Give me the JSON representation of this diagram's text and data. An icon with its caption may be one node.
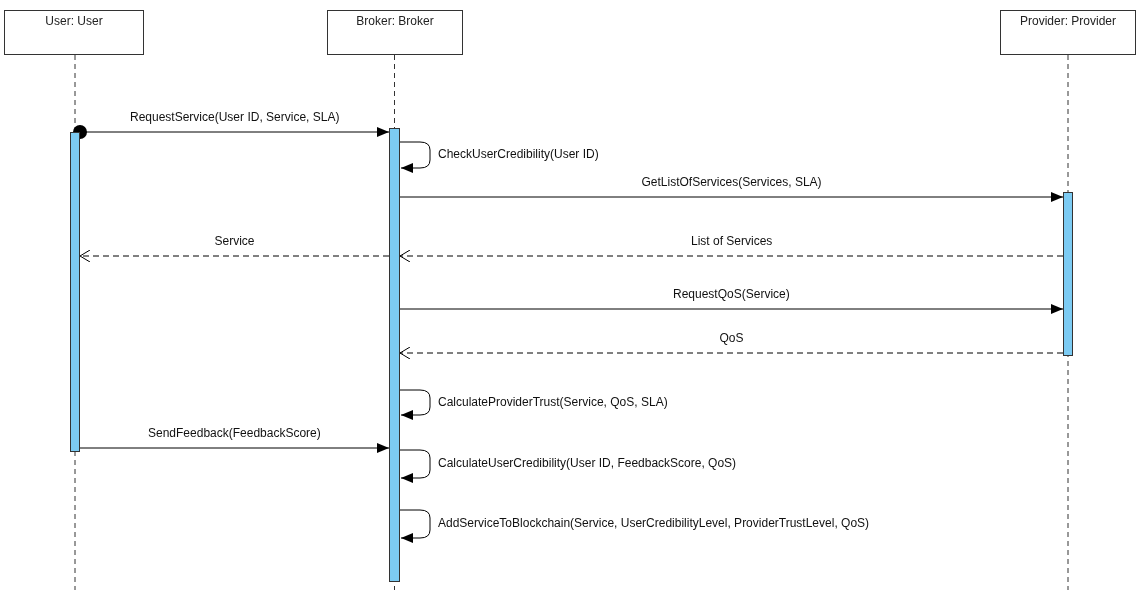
{
  "diagram": {
    "nodes": [
      {
        "text": [
          "User: User"
        ]
      },
      {
        "text": [
          "Broker: Broker"
        ]
      },
      {
        "text": [
          "Provider: Provider"
        ]
      },
      {
        "text": [],
        "shape": "bar"
      },
      {
        "text": [],
        "shape": "bar"
      },
      {
        "text": [],
        "shape": "bar"
      }
    ],
    "edges": [
      {
        "from": 3,
        "to": 4,
        "arrow": "to",
        "label": "RequestService(User ID, Service, SLA)"
      },
      {
        "from": 4,
        "to": 4,
        "arrow": "to",
        "label": "CheckUserCredibility(User ID)"
      },
      {
        "from": 4,
        "to": 5,
        "arrow": "to",
        "label": "GetListOfServices(Services, SLA)"
      },
      {
        "from": 5,
        "to": 4,
        "arrow": "to",
        "label": "List of Services",
        "style": "dashed"
      },
      {
        "from": 4,
        "to": 3,
        "arrow": "to",
        "label": "Service",
        "style": "dashed"
      },
      {
        "from": 4,
        "to": 5,
        "arrow": "to",
        "label": "RequestQoS(Service)"
      },
      {
        "from": 5,
        "to": 4,
        "arrow": "to",
        "label": "QoS",
        "style": "dashed"
      },
      {
        "from": 4,
        "to": 4,
        "arrow": "to",
        "label": "CalculateProviderTrust(Service, QoS, SLA)"
      },
      {
        "from": 3,
        "to": 4,
        "arrow": "to",
        "label": "SendFeedback(FeedbackScore)"
      },
      {
        "from": 4,
        "to": 4,
        "arrow": "to",
        "label": "CalculateUserCredibility(User ID, FeedbackScore, QoS)"
      },
      {
        "from": 4,
        "to": 4,
        "arrow": "to",
        "label": "AddServiceToBlockchain(Service, UserCredibilityLevel, ProviderTrustLevel, QoS)"
      }
    ]
  }
}
